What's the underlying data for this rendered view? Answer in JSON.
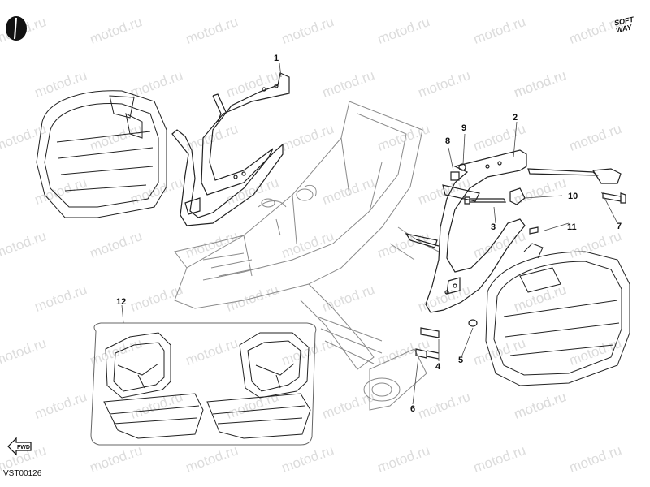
{
  "watermark": {
    "text": "motod.ru"
  },
  "drawing": {
    "code": "VST00126"
  },
  "brand": {
    "line1": "SOFT",
    "line2": "WAY"
  },
  "fwd_label": "FWD",
  "callouts": {
    "c1": "1",
    "c2": "2",
    "c3": "3",
    "c4": "4",
    "c5": "5",
    "c6": "6",
    "c7": "7",
    "c8": "8",
    "c9": "9",
    "c10": "10",
    "c11": "11",
    "c12": "12"
  },
  "colors": {
    "line": "#222222",
    "faint": "#8a8a8a",
    "watermark": "#dcdcdc",
    "background": "#ffffff"
  }
}
